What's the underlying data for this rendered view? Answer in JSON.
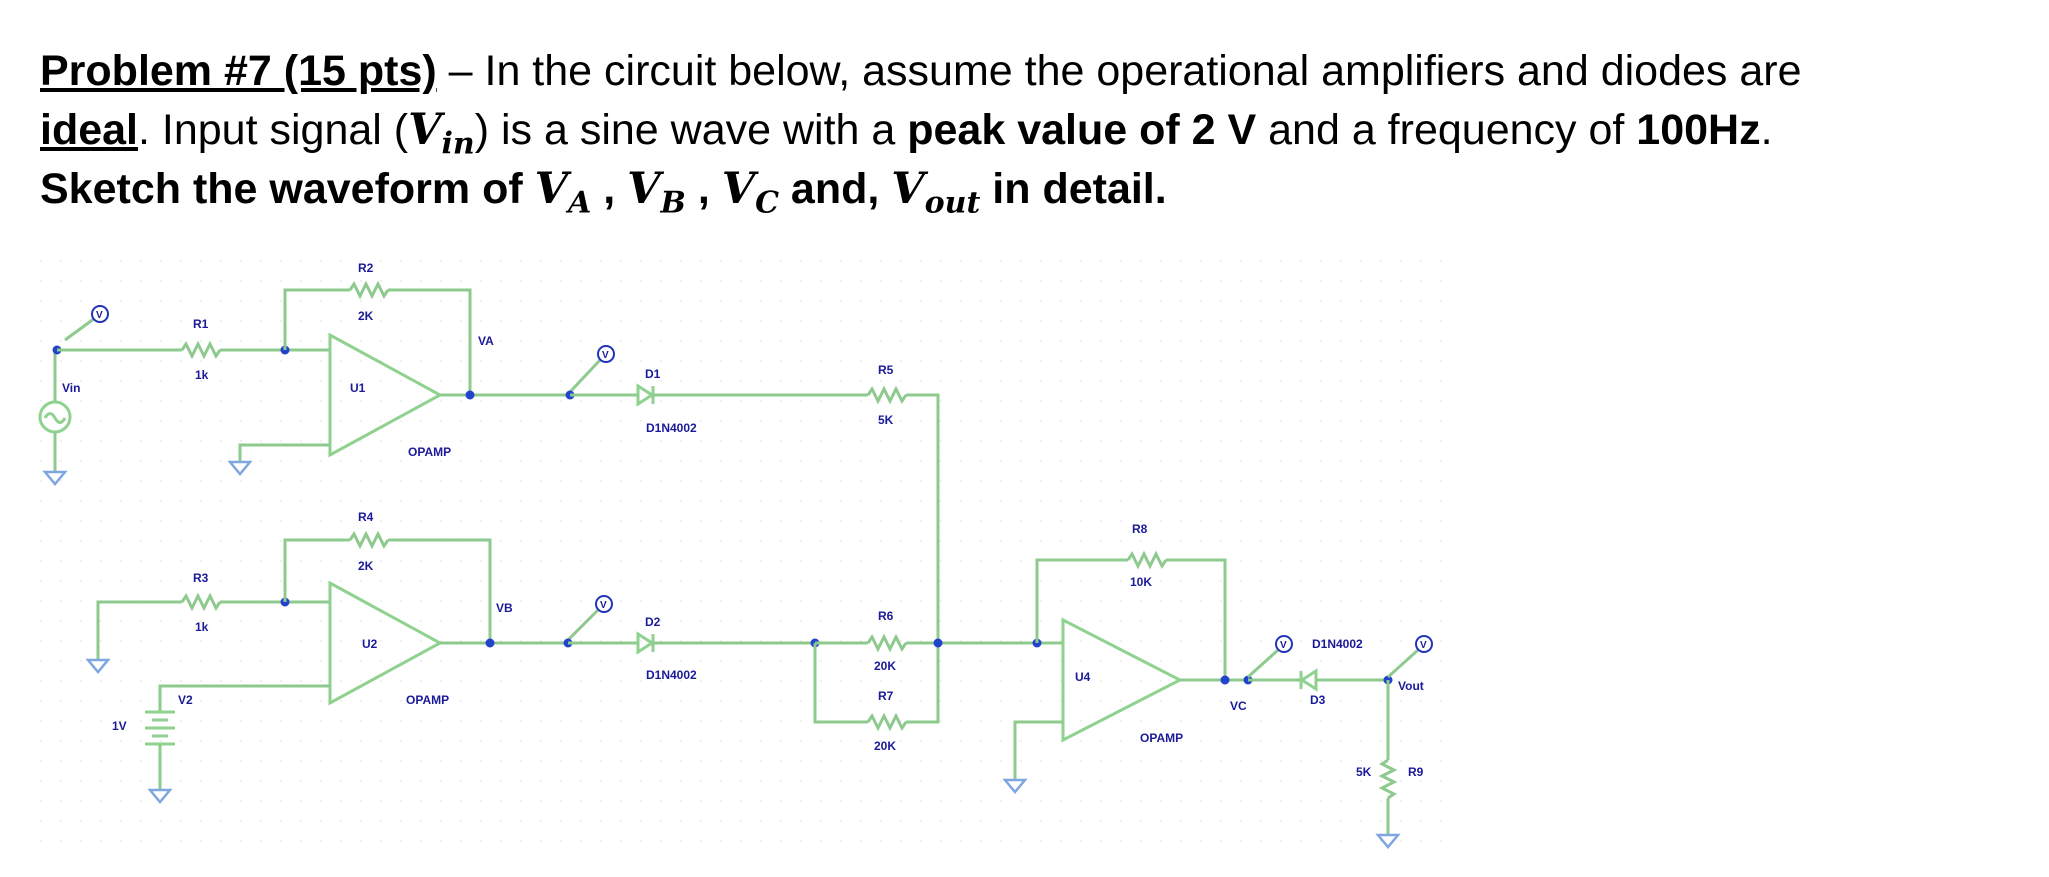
{
  "problem": {
    "line1_title": "Problem #7 (15 pts)",
    "line1_text": " – In the circuit below, assume the operational amplifiers and diodes are",
    "line2_ideal": "ideal",
    "line2_a": ". Input signal (",
    "line2_v": "V",
    "line2_sub": "in",
    "line2_b": ") is a sine wave with a ",
    "line2_peak": "peak value of 2 V",
    "line2_c": " and a frequency of ",
    "line2_freq": "100Hz",
    "line2_d": ".",
    "line3_a": "Sketch the waveform of ",
    "va_v": "V",
    "va_sub": "A",
    "vb_v": "V",
    "vb_sub": "B",
    "vc_v": "V",
    "vc_sub": "C",
    "vout_v": "V",
    "vout_sub": "out",
    "comma": " , ",
    "and": " and, ",
    "line3_end": " in detail."
  },
  "circuit": {
    "r1": "R1",
    "r1_val": "1k",
    "r2": "R2",
    "r2_val": "2K",
    "r3": "R3",
    "r3_val": "1k",
    "r4": "R4",
    "r4_val": "2K",
    "r5": "R5",
    "r5_val": "5K",
    "r6": "R6",
    "r6_val": "20K",
    "r7": "R7",
    "r7_val": "20K",
    "r8": "R8",
    "r8_val": "10K",
    "r9": "R9",
    "r9_val": "5K",
    "u1": "U1",
    "u2": "U2",
    "u4": "U4",
    "opamp1": "OPAMP",
    "opamp2": "OPAMP",
    "opamp4": "OPAMP",
    "d1": "D1",
    "d1_part": "D1N4002",
    "d2": "D2",
    "d2_part": "D1N4002",
    "d3": "D3",
    "d3_part": "D1N4002",
    "va": "VA",
    "vb": "VB",
    "vc": "VC",
    "vout": "Vout",
    "vin": "Vin",
    "v2": "V2",
    "v2_val": "1V",
    "probe": "V"
  }
}
